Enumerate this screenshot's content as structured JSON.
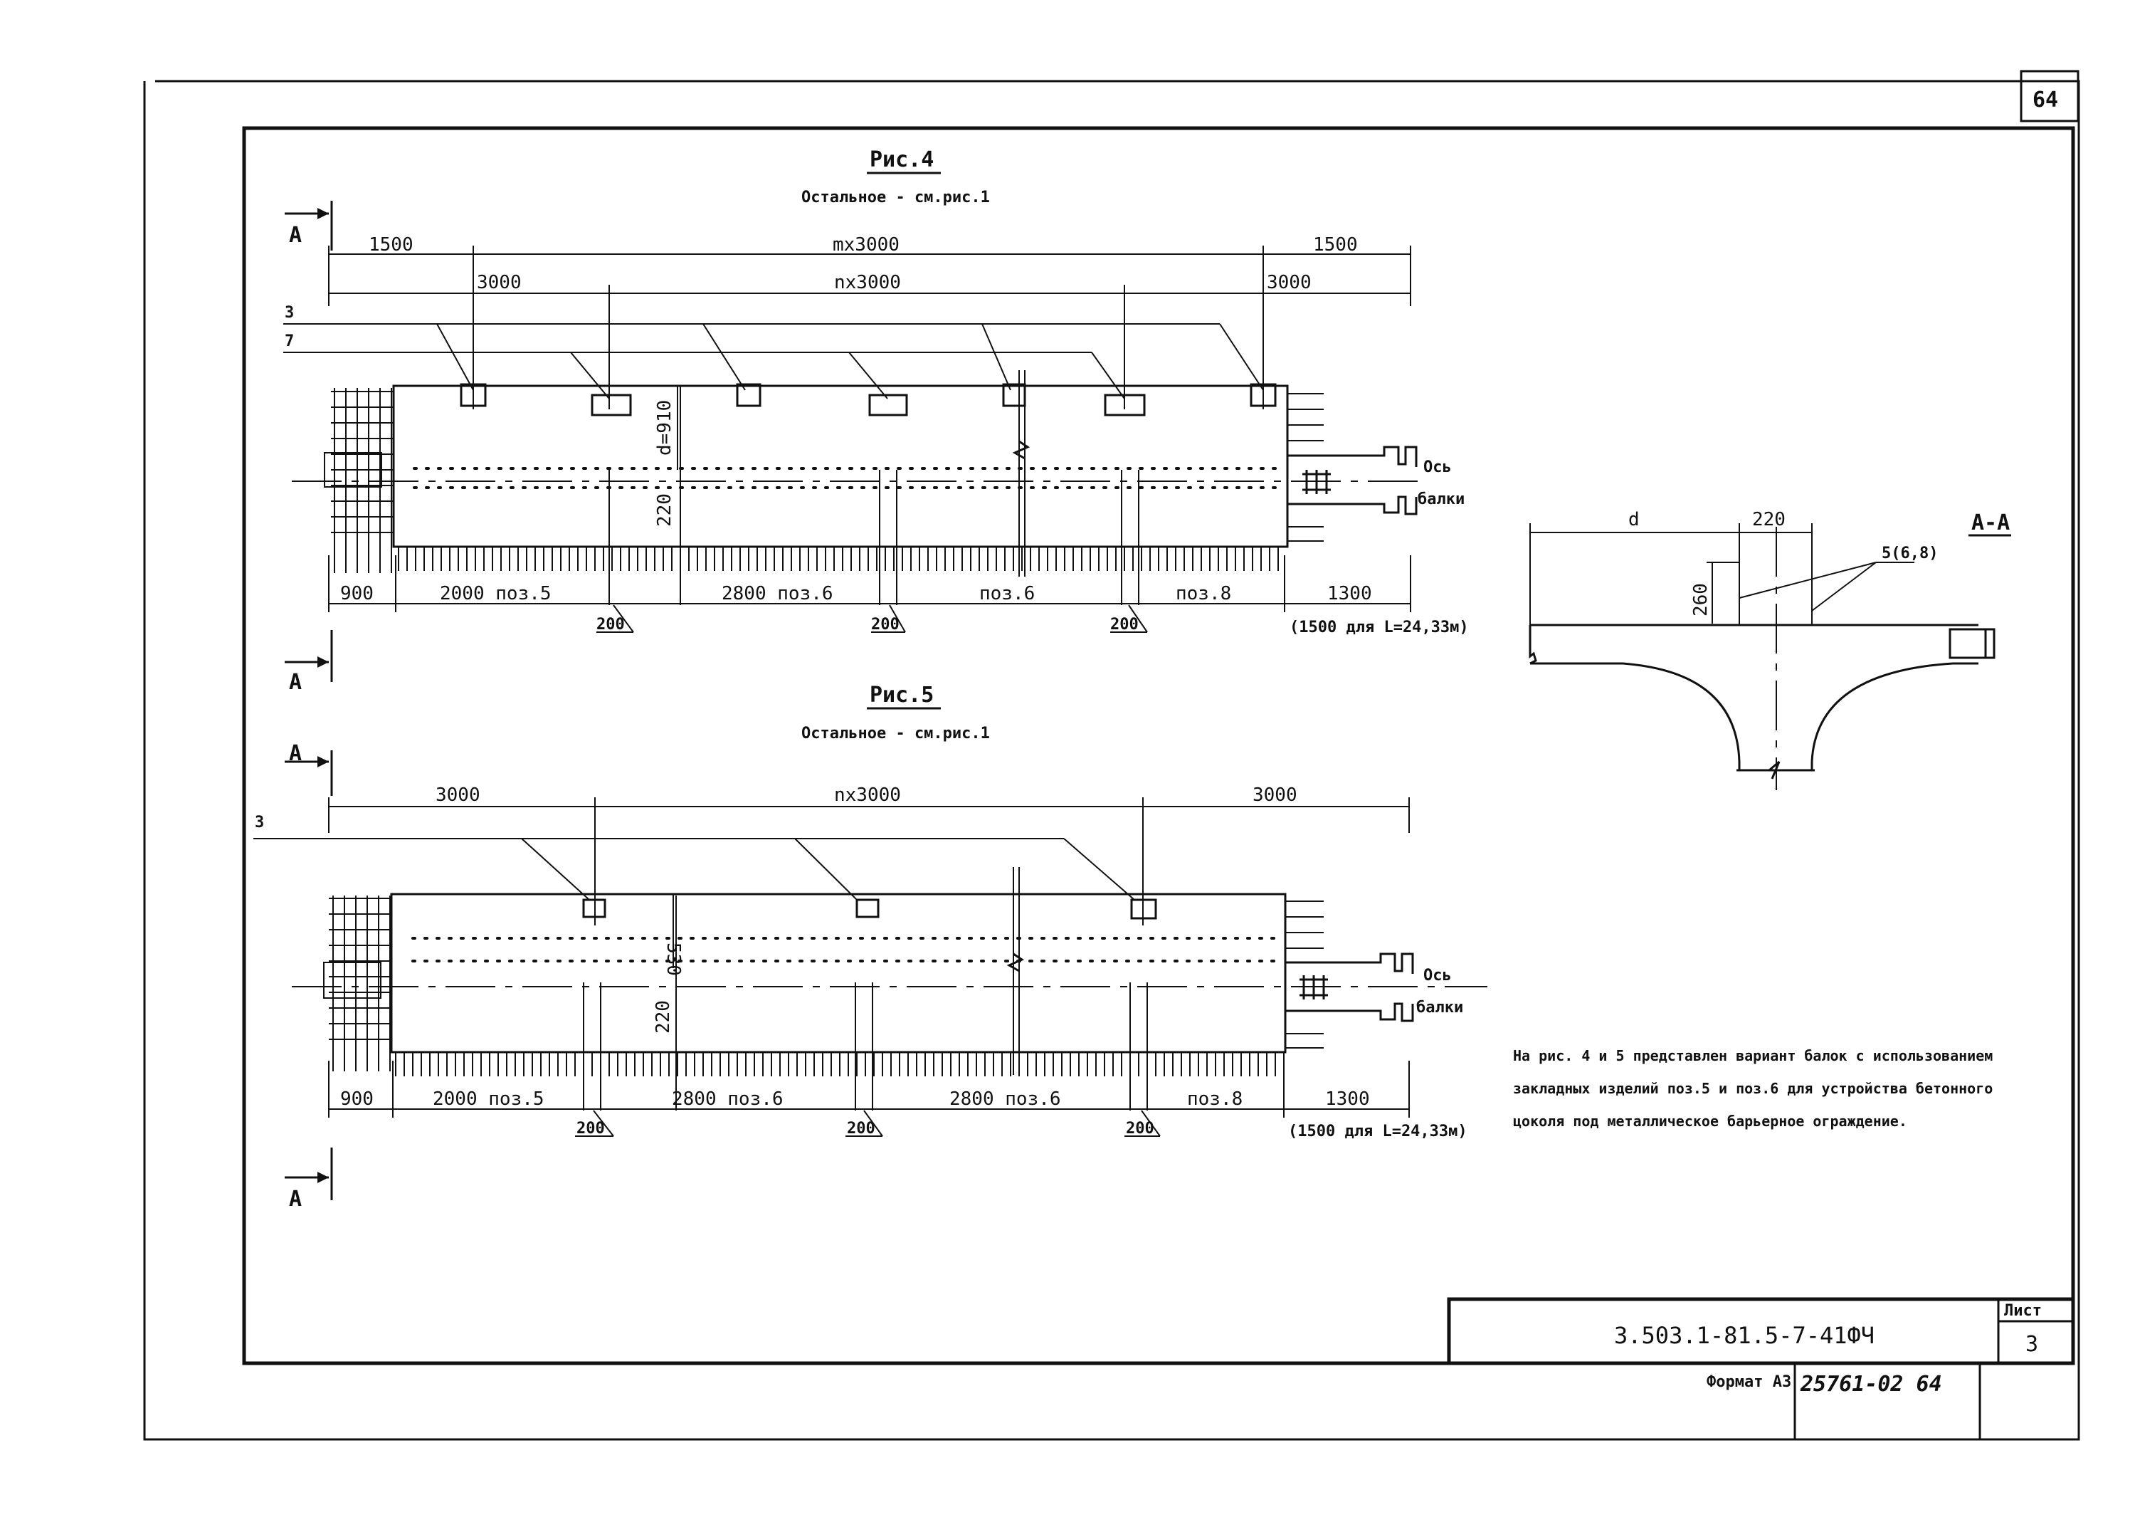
{
  "sheet_number_corner": "64",
  "fig4": {
    "title": "Рис.4",
    "subtitle": "Остальное - см.рис.1",
    "top_dims": [
      "1500",
      "mx3000",
      "1500"
    ],
    "second_dims": [
      "3000",
      "nx3000",
      "3000"
    ],
    "leader_labels": [
      "3",
      "7"
    ],
    "height_dim_vertical": "d=910",
    "height_dim_small": "220",
    "axis_label_1": "Ось",
    "axis_label_2": "балки",
    "bottom_dims": [
      "900",
      "2000 поз.5",
      "2800 поз.6",
      "поз.6",
      "поз.8",
      "1300"
    ],
    "step_marks": [
      "200",
      "200",
      "200"
    ],
    "footnote": "(1500 для L=24,33м)"
  },
  "fig5": {
    "title": "Рис.5",
    "subtitle": "Остальное - см.рис.1",
    "top_dims": [
      "3000",
      "nx3000",
      "3000"
    ],
    "leader_labels": [
      "3"
    ],
    "height_dim_vertical": "530",
    "height_dim_small": "220",
    "axis_label_1": "Ось",
    "axis_label_2": "балки",
    "bottom_dims": [
      "900",
      "2000 поз.5",
      "2800 поз.6",
      "2800 поз.6",
      "поз.8",
      "1300"
    ],
    "step_marks": [
      "200",
      "200",
      "200"
    ],
    "footnote": "(1500 для L=24,33м)"
  },
  "section_marks": [
    "А",
    "А",
    "А",
    "А"
  ],
  "section": {
    "title": "А-А",
    "dim_d": "d",
    "dim_220": "220",
    "dim_260": "260",
    "leader_label": "5(6,8)"
  },
  "note_lines": [
    "На рис. 4 и 5 представлен вариант балок с использованием",
    "закладных изделий поз.5 и поз.6 для устройства бетонного",
    "цоколя под металлическое барьерное ограждение."
  ],
  "title_block": {
    "code": "3.503.1-81.5-7-41ФЧ",
    "sheet_label": "Лист",
    "sheet_value": "3",
    "format_label": "Формат А3",
    "inventory": "25761-02   64"
  }
}
